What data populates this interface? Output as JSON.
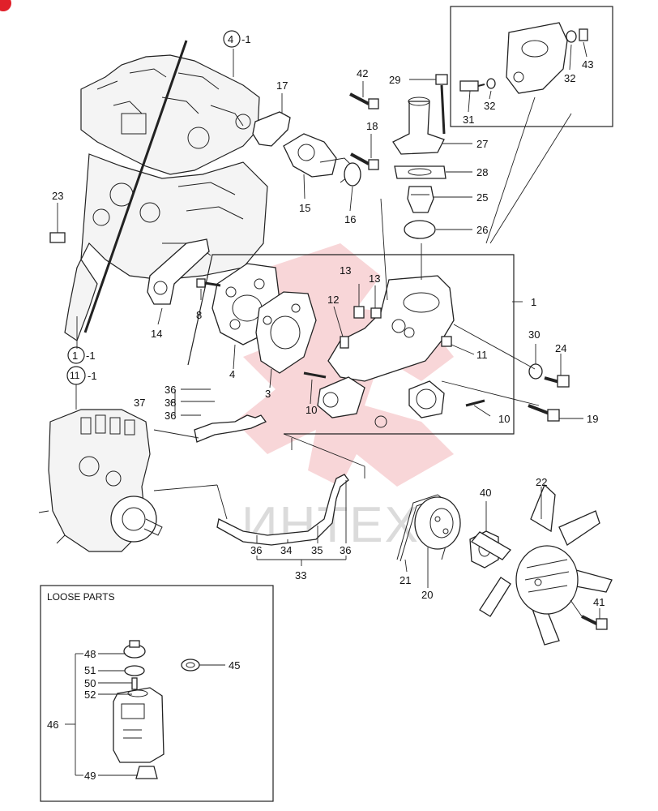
{
  "callouts": {
    "c1": "1",
    "c3": "3",
    "c4": "4",
    "c8": "8",
    "c10a": "10",
    "c10b": "10",
    "c11": "11",
    "c12": "12",
    "c13a": "13",
    "c13b": "13",
    "c14": "14",
    "c15": "15",
    "c16": "16",
    "c17": "17",
    "c18": "18",
    "c19": "19",
    "c20": "20",
    "c21": "21",
    "c22": "22",
    "c23": "23",
    "c24": "24",
    "c25": "25",
    "c26": "26",
    "c27": "27",
    "c28": "28",
    "c29": "29",
    "c30": "30",
    "c31": "31",
    "c32a": "32",
    "c32b": "32",
    "c33": "33",
    "c34": "34",
    "c35": "35",
    "c36a": "36",
    "c36b": "36",
    "c36c": "36",
    "c36d": "36",
    "c37": "37",
    "c38": "38",
    "c40": "40",
    "c41": "41",
    "c42": "42",
    "c43": "43",
    "c45": "45",
    "c46": "46",
    "c48": "48",
    "c49": "49",
    "c50": "50",
    "c51": "51",
    "c52": "52"
  },
  "refs": {
    "head_ref": "4",
    "head_suffix": "-1",
    "block_ref": "1",
    "block_suffix": "-1",
    "pump_ref": "11",
    "pump_suffix": "-1"
  },
  "loose_parts_title": "LOOSE PARTS",
  "watermark_text": "ИНТЕХ",
  "colors": {
    "watermark": "#d81e28",
    "badge": "#e0202a"
  }
}
